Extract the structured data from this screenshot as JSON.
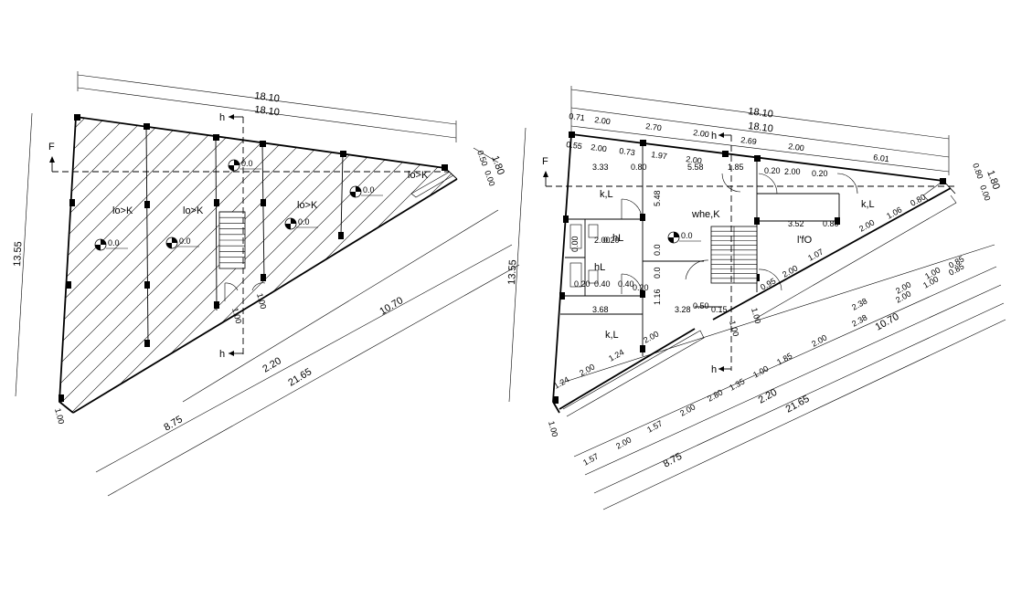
{
  "left_plan": {
    "dims_top": [
      "18.10",
      "18.10"
    ],
    "dim_left": "13.55",
    "dim_right": "1.80",
    "dim_right_small": "0.50",
    "dim_right_small2": "0.00",
    "dims_bottom": [
      "10.70",
      "2.20",
      "21.65",
      "8.75"
    ],
    "dim_corner": "1.00",
    "dim_stair": "1.00",
    "dim_door": "1.00",
    "north_label": "F",
    "section_label": "h",
    "rooms": [
      "lo>K",
      "lo>K",
      "lo>K",
      "lo>K"
    ],
    "levels": [
      "0.0",
      "0.0",
      "0.0",
      "0.0",
      "0.0"
    ]
  },
  "right_plan": {
    "dims_top": [
      "18.10",
      "18.10"
    ],
    "dims_top_row1": [
      "0.71",
      "2.00",
      "2.70",
      "2.00",
      "2.69",
      "2.00",
      "6.01"
    ],
    "dims_top_row2": [
      "0.55",
      "2.00",
      "0.73",
      "1.97",
      "2.00"
    ],
    "dims_inner": [
      "3.33",
      "0.80",
      "5.58",
      "1.85",
      "0.20",
      "2.00",
      "0.20",
      "3.52",
      "0.80",
      "5.48",
      "0.0",
      "0.0",
      "1.16"
    ],
    "dim_left": "13.55",
    "dim_right": "1.80",
    "dim_right_small": "0.80",
    "dim_right_small2": "0.00",
    "dims_bottom": [
      "1.24",
      "2.00",
      "1.24",
      "2.00",
      "2.38",
      "2.00",
      "1.00",
      "0.85",
      "0.95",
      "2.00",
      "1.07",
      "2.00",
      "1.06",
      "0.80"
    ],
    "dims_bottom2": [
      "1.57",
      "2.00",
      "1.57",
      "2.00",
      "2.80",
      "1.35",
      "1.00",
      "1.85",
      "2.00",
      "2.38",
      "2.00",
      "1.00",
      "0.85"
    ],
    "dims_bottom_totals": [
      "8.75",
      "2.20",
      "10.70",
      "21.65"
    ],
    "dims_mid": [
      "3.68",
      "3.28",
      "0.50",
      "0.15",
      "2.00",
      "0.20",
      "0.40",
      "0.20",
      "0.40",
      "0.20",
      "0.00"
    ],
    "dim_corner": "1.00",
    "dim_stair": "1.00",
    "dim_door": "1.00",
    "north_label": "F",
    "section_label": "h",
    "rooms": [
      "k,L",
      "whe,K",
      "k,L",
      "k,L",
      "l'fO",
      "hL",
      "hL"
    ],
    "levels": [
      "0.0"
    ]
  }
}
